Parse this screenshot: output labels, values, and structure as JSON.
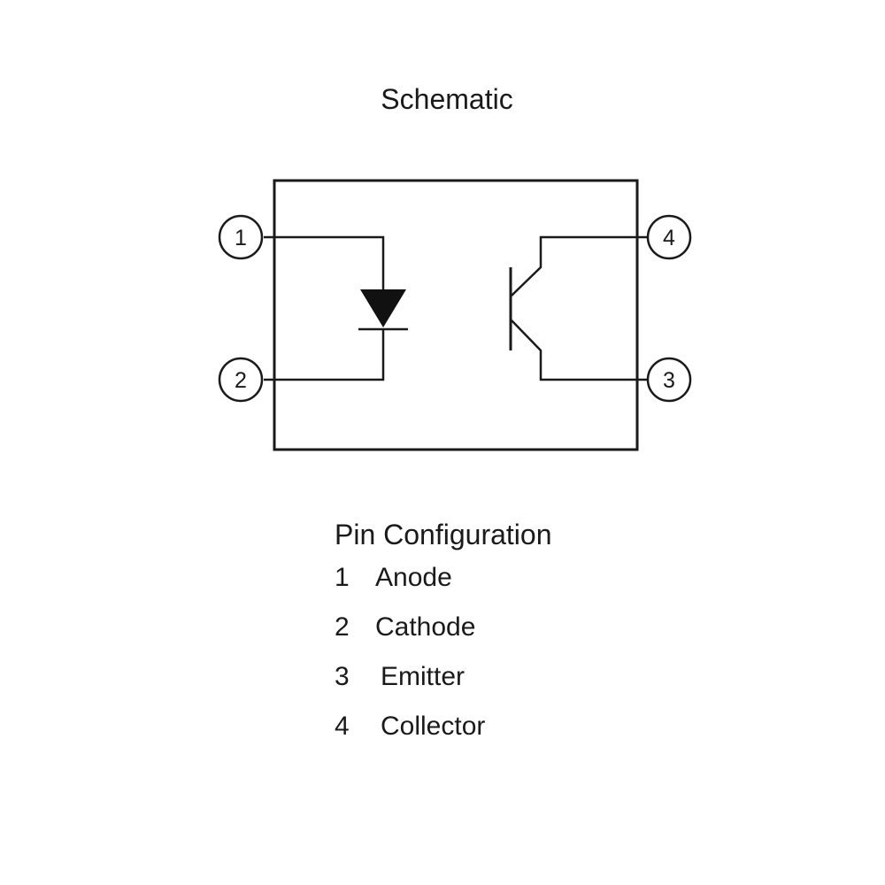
{
  "title": "Schematic",
  "pins": [
    {
      "number": "1"
    },
    {
      "number": "2"
    },
    {
      "number": "3"
    },
    {
      "number": "4"
    }
  ],
  "pin_configuration": {
    "heading": "Pin Configuration",
    "items": [
      {
        "number": "1",
        "name": "Anode"
      },
      {
        "number": "2",
        "name": "Cathode"
      },
      {
        "number": "3",
        "name": "Emitter"
      },
      {
        "number": "4",
        "name": "Collector"
      }
    ]
  }
}
